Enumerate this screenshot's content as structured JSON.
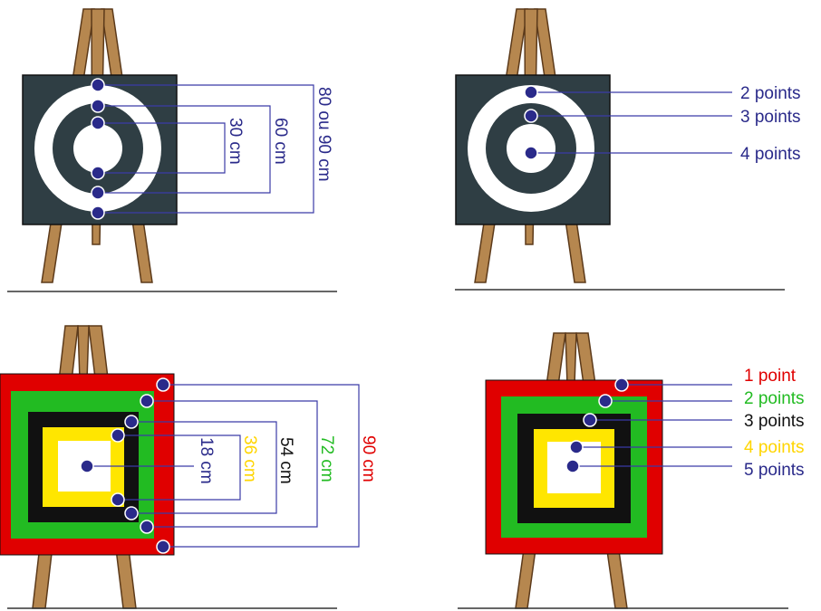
{
  "colors": {
    "wood": "#b6874f",
    "wood_dark": "#5c3a1a",
    "board_dark": "#2f3e44",
    "ring_white": "#ffffff",
    "marker_blue": "#2a2a8a",
    "line_blue": "#3b3ba6",
    "red": "#e00000",
    "green": "#22bb22",
    "black": "#111111",
    "yellow": "#ffe600"
  },
  "panel_round_dims": {
    "labels": [
      "30 cm",
      "60 cm",
      "80 ou 90 cm"
    ]
  },
  "panel_round_points": {
    "labels": [
      "2 points",
      "3 points",
      "4 points"
    ]
  },
  "panel_square_dims": {
    "labels": [
      "18 cm",
      "36 cm",
      "54 cm",
      "72 cm",
      "90 cm"
    ],
    "label_colors": [
      "#2a2a8a",
      "#ffd500",
      "#111111",
      "#22bb22",
      "#e00000"
    ]
  },
  "panel_square_points": {
    "labels": [
      "1 point",
      "2 points",
      "3 points",
      "4 points",
      "5 points"
    ],
    "label_colors": [
      "#e00000",
      "#22bb22",
      "#111111",
      "#ffd500",
      "#2a2a8a"
    ]
  }
}
